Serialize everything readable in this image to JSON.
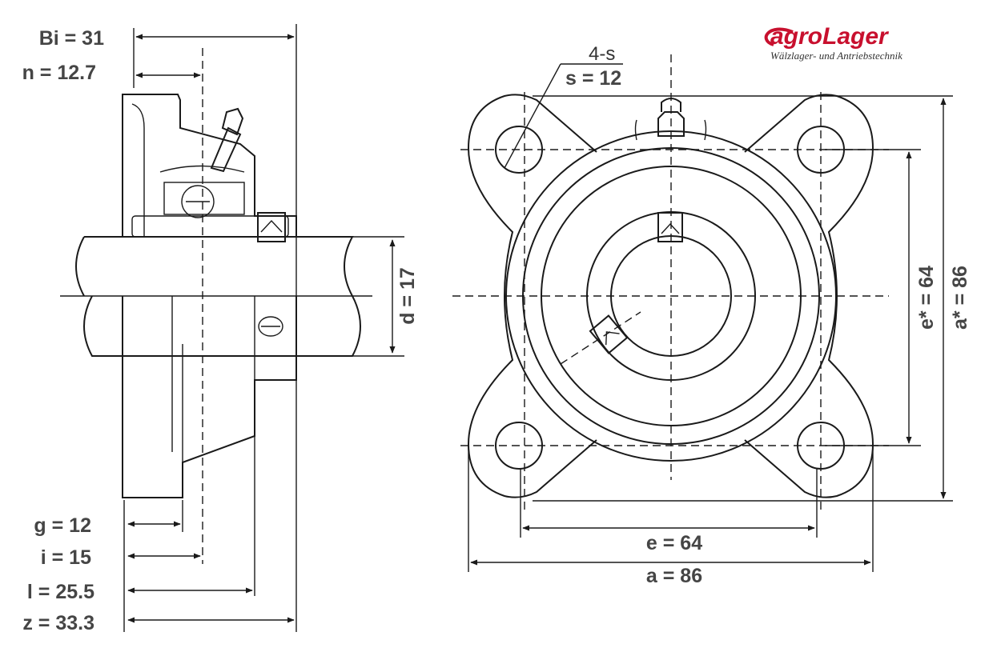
{
  "logo": {
    "brand_prefix": "agro",
    "brand_suffix": "Lager",
    "tagline": "Wälzlager- und Antriebstechnik",
    "color": "#c8102e"
  },
  "side_view": {
    "Bi": "Bi = 31",
    "n": "n = 12.7",
    "d": "d = 17",
    "g": "g = 12",
    "i": "i = 15",
    "l": "l = 25.5",
    "z": "z = 33.3"
  },
  "front_view": {
    "holes": "4-s",
    "s": "s = 12",
    "e": "e = 64",
    "a": "a = 86",
    "e_star": "e* = 64",
    "a_star": "a* = 86"
  },
  "colors": {
    "line": "#1a1a1a",
    "text": "#454545"
  }
}
